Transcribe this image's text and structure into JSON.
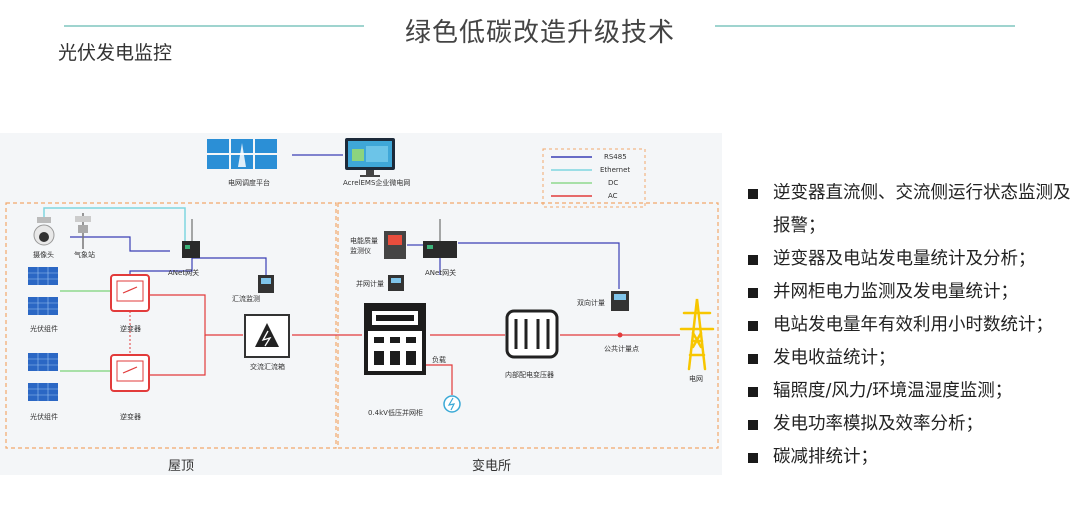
{
  "title": "绿色低碳改造升级技术",
  "subtitle": "光伏发电监控",
  "diagram": {
    "legend": [
      "RS485",
      "Ethernet",
      "DC",
      "AC"
    ],
    "legend_colors": [
      "#3a3fb5",
      "#7fd6e0",
      "#8ed88e",
      "#e23b3b"
    ],
    "labels": {
      "grid_dispatch": "电网调度平台",
      "acrel_ems": "AcrelEMS企业微电网",
      "camera": "摄像头",
      "weather": "气象站",
      "anet1": "ANet网关",
      "pv1": "光伏组件",
      "inverter1": "逆变器",
      "pv2": "光伏组件",
      "inverter2": "逆变器",
      "combiner_monitor": "汇流监测",
      "ac_combiner": "交流汇流箱",
      "pq_monitor": "电能质量\n监测仪",
      "anet2": "ANet网关",
      "grid_meter": "并网计量",
      "cabinet": "0.4kV低压并网柜",
      "load": "负载",
      "transformer": "内部配电变压器",
      "bidir_meter": "双向计量",
      "pcc": "公共计量点",
      "grid": "电网"
    },
    "zones": [
      "屋顶",
      "变电所"
    ]
  },
  "features": [
    "逆变器直流侧、交流侧运行状态监测及报警；",
    "逆变器及电站发电量统计及分析；",
    "并网柜电力监测及发电量统计；",
    "电站发电量年有效利用小时数统计；",
    "发电收益统计；",
    "辐照度/风力/环境温湿度监测；",
    "发电功率模拟及效率分析；",
    "碳减排统计；"
  ]
}
